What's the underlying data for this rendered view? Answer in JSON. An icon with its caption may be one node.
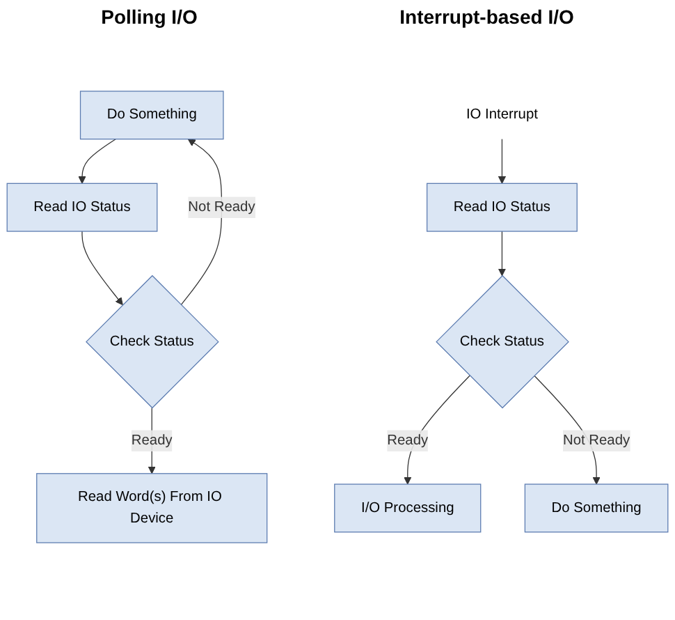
{
  "diagram": {
    "nodes": [
      {
        "text": [
          "Do Something"
        ]
      },
      {
        "text": [
          "Read IO Status"
        ]
      },
      {
        "text": [
          "Check Status"
        ]
      },
      {
        "text": [
          "Read Word(s) From IO Device"
        ]
      },
      {
        "text": [
          "Do Something"
        ]
      },
      {
        "text": [
          "IO Interrupt"
        ]
      },
      {
        "text": [
          "Read IO Status"
        ]
      },
      {
        "text": [
          "Check Status"
        ]
      },
      {
        "text": [
          "I/O Processing"
        ]
      }
    ],
    "edges": [
      {
        "from": 0,
        "to": 1,
        "arrow": "to"
      },
      {
        "from": 1,
        "to": 2,
        "arrow": "to"
      },
      {
        "from": 2,
        "to": 3,
        "arrow": "to",
        "label": "Ready"
      },
      {
        "from": 2,
        "to": 0,
        "arrow": "to",
        "label": "Not Ready"
      },
      {
        "from": 5,
        "to": 6,
        "arrow": "to"
      },
      {
        "from": 6,
        "to": 7,
        "arrow": "to"
      },
      {
        "from": 7,
        "to": 8,
        "arrow": "to",
        "label": "Ready"
      },
      {
        "from": 7,
        "to": 4,
        "arrow": "to",
        "label": "Not Ready"
      }
    ],
    "labels": [
      "Polling I/O",
      "Interrupt-based I/O"
    ]
  }
}
